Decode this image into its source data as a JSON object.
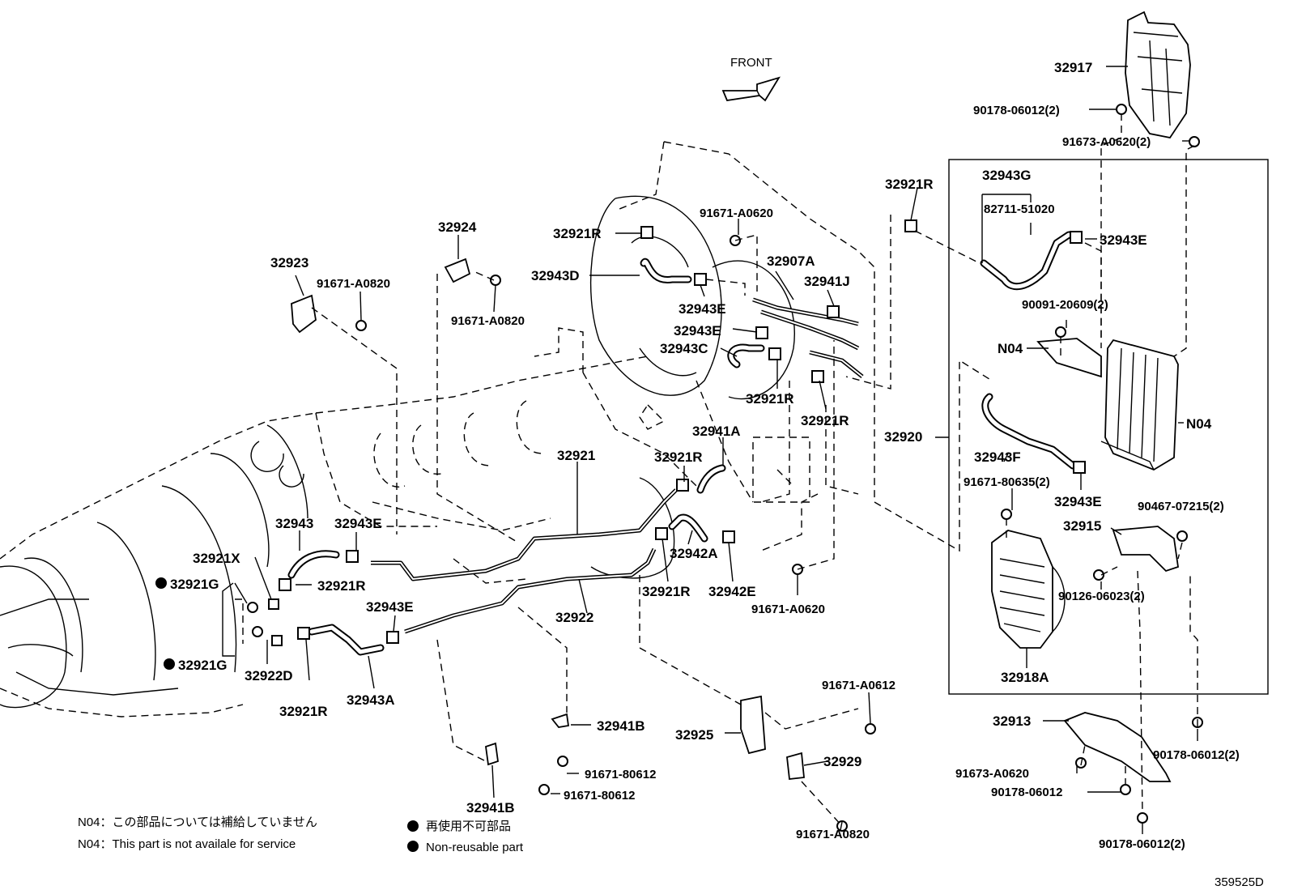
{
  "diagram": {
    "front_label": "FRONT",
    "diagram_code": "359525D",
    "notes": {
      "jp_n04": "N04：この部品については補給していません",
      "en_n04": "N04：This part is not availale for service",
      "jp_nonreusable": "再使用不可部品",
      "en_nonreusable": "Non-reusable part"
    },
    "labels": {
      "p32917": "32917",
      "p90178_06012_2_a": "90178-06012(2)",
      "p91673_a0620_2": "91673-A0620(2)",
      "p32921R_top": "32921R",
      "p32943G": "32943G",
      "p82711_51020": "82711-51020",
      "p32943E_right": "32943E",
      "p90091_20609_2": "90091-20609(2)",
      "p N04_a": "N04",
      "pN04_b": "N04",
      "p32920": "32920",
      "p32943F": "32943F",
      "p91671_80635_2": "91671-80635(2)",
      "p32943E_right2": "32943E",
      "p90467_07215_2": "90467-07215(2)",
      "p32915": "32915",
      "p90126_06023_2": "90126-06023(2)",
      "p32918A": "32918A",
      "p32913": "32913",
      "p91673_a0620": "91673-A0620",
      "p90178_06012": "90178-06012",
      "p90178_06012_2_b": "90178-06012(2)",
      "p90178_06012_2_c": "90178-06012(2)",
      "p91671_a0620_top": "91671-A0620",
      "p32921R_mid": "32921R",
      "p32943D": "32943D",
      "p32907A": "32907A",
      "p32941J": "32941J",
      "p32943E_mid1": "32943E",
      "p32943E_mid2": "32943E",
      "p32943C": "32943C",
      "p32921R_c1": "32921R",
      "p32921R_c2": "32921R",
      "p32924": "32924",
      "p91671_a0820_b": "91671-A0820",
      "p32923": "32923",
      "p91671_a0820_a": "91671-A0820",
      "p32941A": "32941A",
      "p32921": "32921",
      "p32921R_lo1": "32921R",
      "p32943": "32943",
      "p32943E_lo": "32943E",
      "p32921X": "32921X",
      "p32921G_a": "32921G",
      "p32921R_lo2": "32921R",
      "p32921G_b": "32921G",
      "p32922D": "32922D",
      "p32921R_lo3": "32921R",
      "p32943E_lo2": "32943E",
      "p32943A": "32943A",
      "p32922": "32922",
      "p32942A": "32942A",
      "p32921R_lo4": "32921R",
      "p32942E": "32942E",
      "p91671_a0620_lo": "91671-A0620",
      "p91671_a0612": "91671-A0612",
      "p32925": "32925",
      "p32929": "32929",
      "p91671_a0820_c": "91671-A0820",
      "p32941B_a": "32941B",
      "p91671_80612_a": "91671-80612",
      "p91671_80612_b": "91671-80612",
      "p32941B_b": "32941B"
    }
  }
}
